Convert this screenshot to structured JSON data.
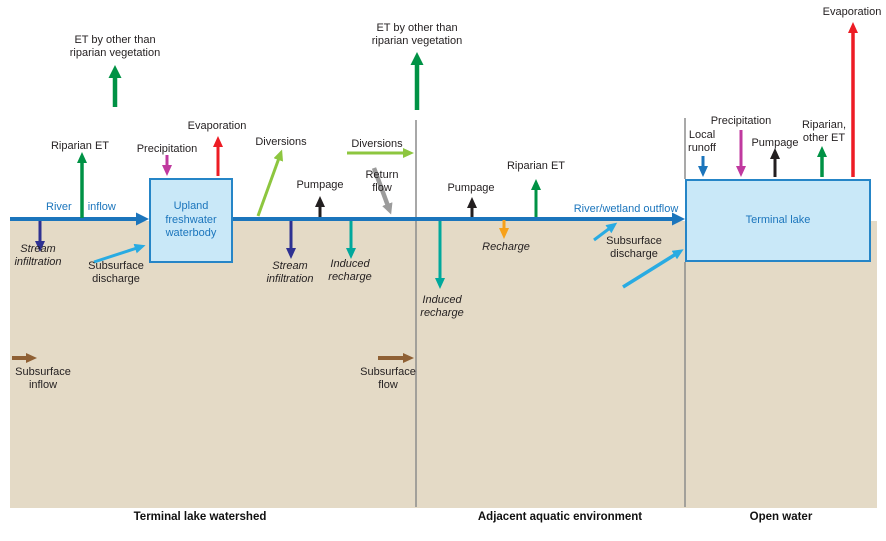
{
  "palette": {
    "river_blue": "#1B75BC",
    "dark_green": "#009245",
    "light_green": "#8DC63F",
    "red": "#ED1C24",
    "magenta": "#C0399F",
    "black": "#231F20",
    "gray": "#9B9B9B",
    "navy": "#2E3192",
    "teal": "#00A89C",
    "cyan": "#29ABE2",
    "orange": "#F7A11A",
    "brown": "#8F6034",
    "ground_tan": "#E4DAC6",
    "water_fill": "#C9E8F8",
    "box_border": "#2585C7",
    "divider_gray": "#8C8C8C",
    "label_blue": "#1B75BC"
  },
  "boxes": {
    "upland": "Upland\nfreshwater\nwaterbody",
    "terminal_lake": "Terminal lake"
  },
  "labels": {
    "et_other_1": "ET by other than\nriparian vegetation",
    "riparian_et_1": "Riparian ET",
    "river_inflow": "River inflow",
    "stream_infiltration_1": "Stream\ninfiltration",
    "subsurface_discharge_1": "Subsurface\ndischarge",
    "precipitation_1": "Precipitation",
    "evaporation_1": "Evaporation",
    "diversions_1": "Diversions",
    "pumpage_1": "Pumpage",
    "stream_infiltration_2": "Stream\ninfiltration",
    "induced_recharge_1": "Induced\nrecharge",
    "diversions_2": "Diversions",
    "return_flow": "Return\nflow",
    "et_other_2": "ET by other than\nriparian vegetation",
    "pumpage_2": "Pumpage",
    "induced_recharge_2": "Induced\nrecharge",
    "recharge": "Recharge",
    "riparian_et_2": "Riparian ET",
    "river_wetland_outflow": "River/wetland outflow",
    "subsurface_discharge_2": "Subsurface\ndischarge",
    "local_runoff": "Local\nrunoff",
    "precipitation_2": "Precipitation",
    "pumpage_3": "Pumpage",
    "riparian_other_et": "Riparian,\nother ET",
    "evaporation_2": "Evaporation",
    "subsurface_inflow": "Subsurface\ninflow",
    "subsurface_flow": "Subsurface\nflow"
  },
  "sections": {
    "terminal_lake_watershed": "Terminal lake watershed",
    "adjacent_aquatic_environment": "Adjacent aquatic environment",
    "open_water": "Open water"
  }
}
